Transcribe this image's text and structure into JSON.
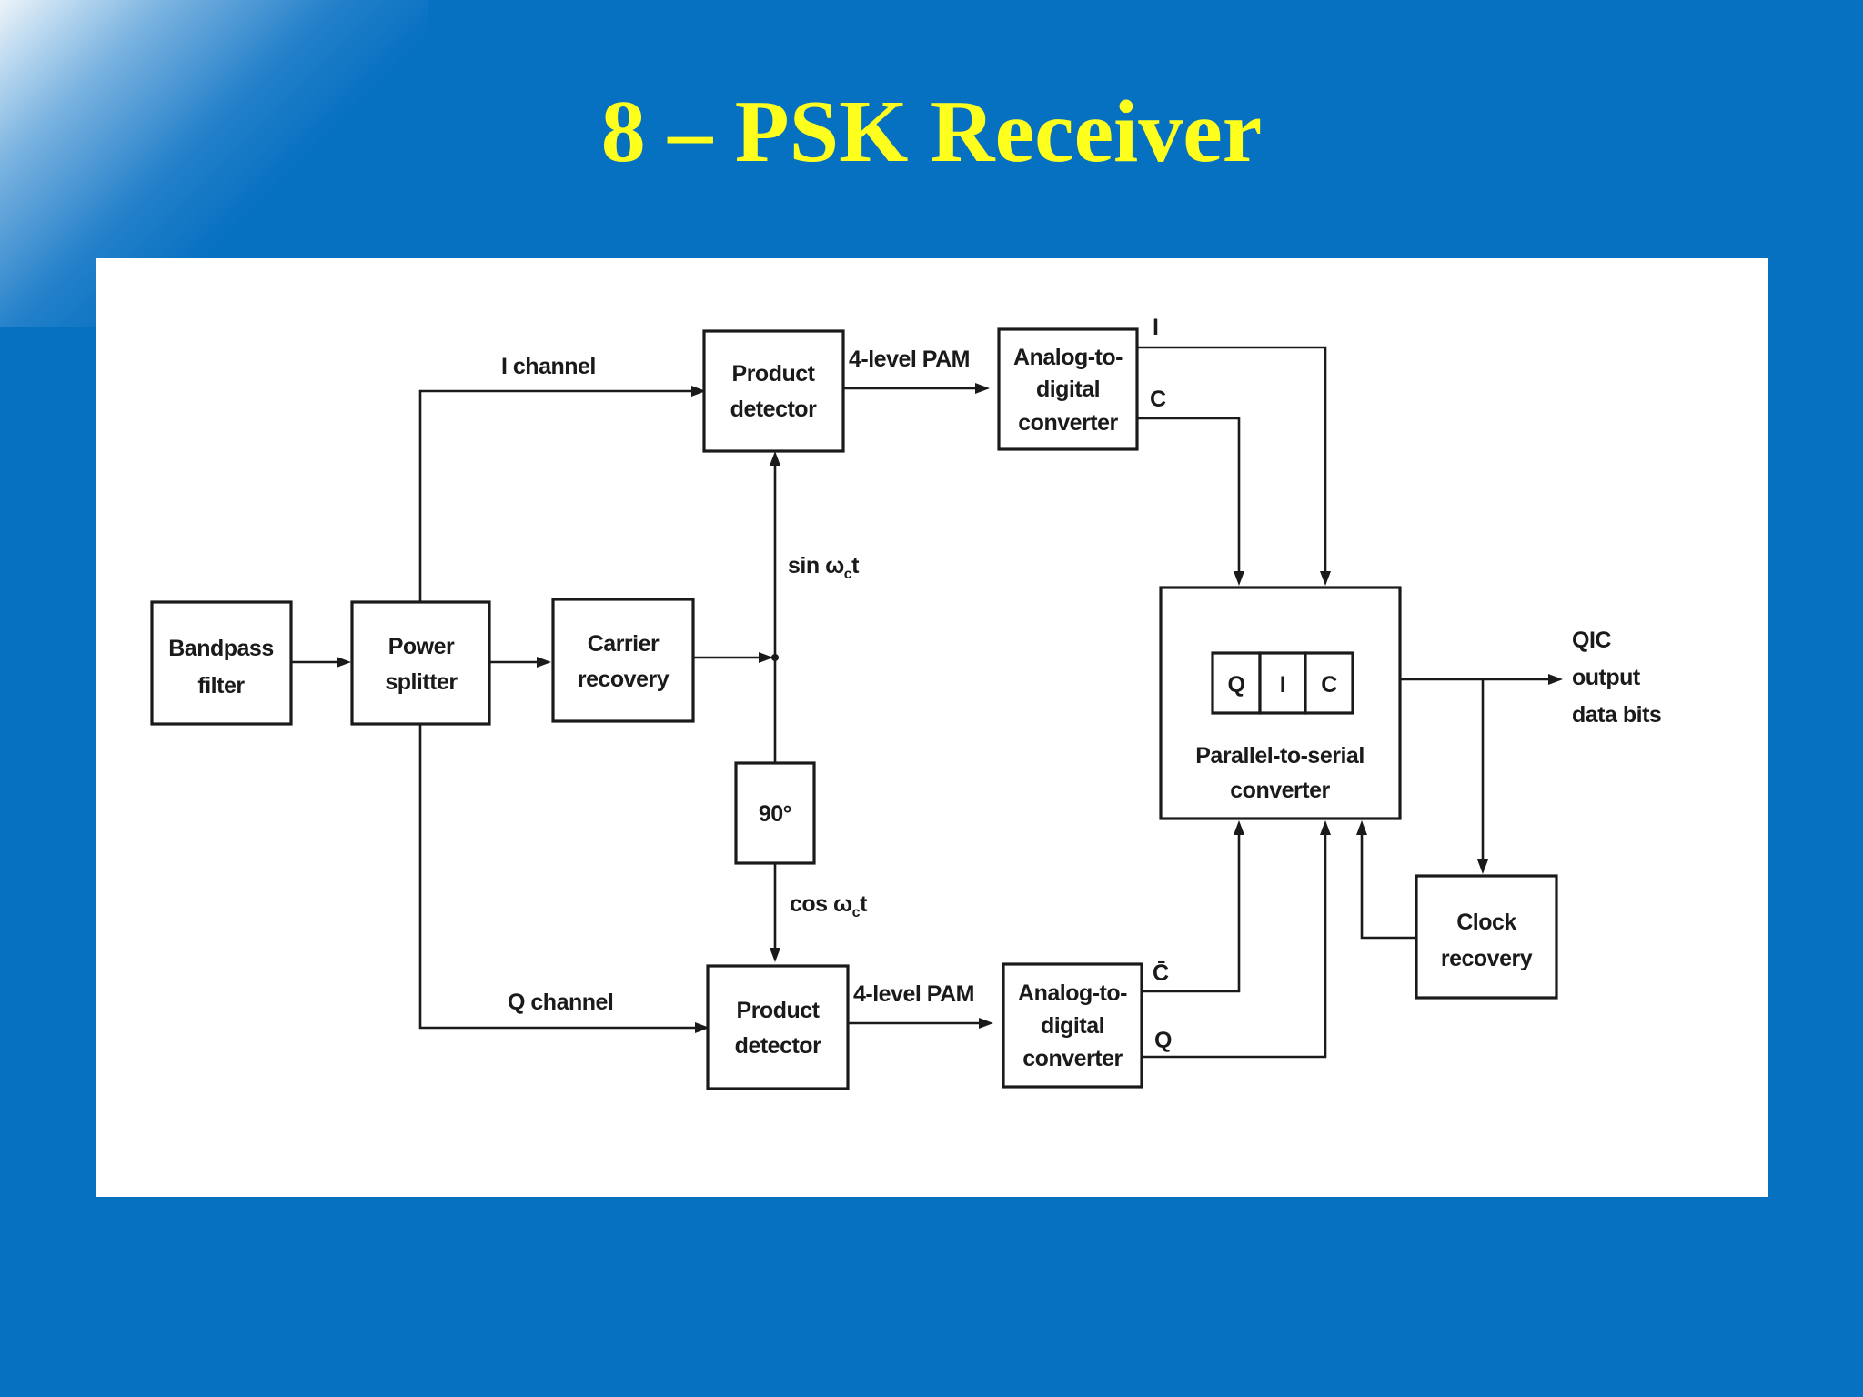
{
  "slide": {
    "title": "8 – PSK Receiver"
  },
  "diagram": {
    "blocks": {
      "bandpass_filter": [
        "Bandpass",
        "filter"
      ],
      "power_splitter": [
        "Power",
        "splitter"
      ],
      "carrier_recovery": [
        "Carrier",
        "recovery"
      ],
      "product_detector_i": [
        "Product",
        "detector"
      ],
      "product_detector_q": [
        "Product",
        "detector"
      ],
      "phase_shift": "90°",
      "adc_i": [
        "Analog-to-",
        "digital",
        "converter"
      ],
      "adc_q": [
        "Analog-to-",
        "digital",
        "converter"
      ],
      "p2s": [
        "Parallel-to-serial",
        "converter"
      ],
      "clock_recovery": [
        "Clock",
        "recovery"
      ],
      "register": [
        "Q",
        "I",
        "C"
      ]
    },
    "signals": {
      "i_channel": "I channel",
      "q_channel": "Q channel",
      "pam_i": "4-level PAM",
      "pam_q": "4-level PAM",
      "sin": "sin ω",
      "sin_sub": "c",
      "sin_t": "t",
      "cos": "cos ω",
      "cos_sub": "c",
      "cos_t": "t",
      "out_i": "I",
      "out_c": "C",
      "out_cbar": "C̄",
      "out_q": "Q",
      "output": [
        "QIC",
        "output",
        "data bits"
      ]
    }
  }
}
